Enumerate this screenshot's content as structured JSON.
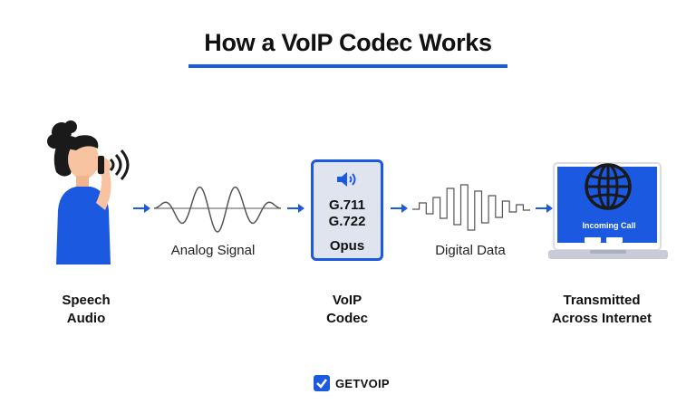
{
  "title": "How a VoIP Codec Works",
  "stages": {
    "speech": {
      "line1": "Speech",
      "line2": "Audio"
    },
    "codec": {
      "line1": "VoIP",
      "line2": "Codec"
    },
    "internet": {
      "line1": "Transmitted",
      "line2": "Across Internet"
    }
  },
  "signals": {
    "analog": "Analog Signal",
    "digital": "Digital Data"
  },
  "codecs": [
    "G.711",
    "G.722",
    "Opus"
  ],
  "laptop": {
    "screen_text": "Incoming Call"
  },
  "brand": {
    "name": "GETVOIP"
  },
  "colors": {
    "accent": "#1b59e0",
    "codec_box": "#dfe4ee",
    "skin": "#f7c3a0"
  },
  "icons": [
    "speaker-icon",
    "globe-icon",
    "check-icon"
  ]
}
